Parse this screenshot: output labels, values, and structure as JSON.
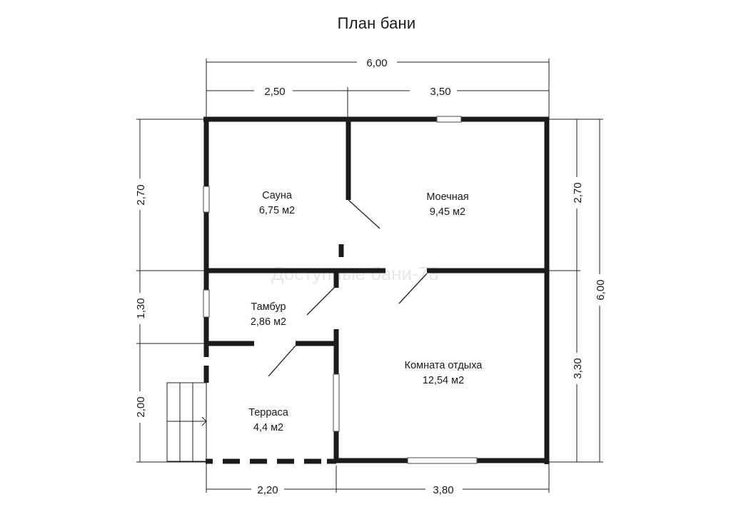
{
  "title": "План бани",
  "dimensions": {
    "top_total": "6,00",
    "top_left": "2,50",
    "top_right": "3,50",
    "left_top": "2,70",
    "left_mid": "1,30",
    "left_bottom": "2,00",
    "right_top": "2,70",
    "right_bottom": "3,30",
    "right_total": "6,00",
    "bottom_left": "2,20",
    "bottom_right": "3,80"
  },
  "rooms": {
    "sauna": {
      "name": "Сауна",
      "area": "6,75 м2"
    },
    "washroom": {
      "name": "Моечная",
      "area": "9,45 м2"
    },
    "vestibule": {
      "name": "Тамбур",
      "area": "2,86 м2"
    },
    "terrace": {
      "name": "Терраса",
      "area": "4,4 м2"
    },
    "lounge": {
      "name": "Комната отдыха",
      "area": "12,54 м2"
    }
  },
  "watermark": "Доступные бани-78"
}
